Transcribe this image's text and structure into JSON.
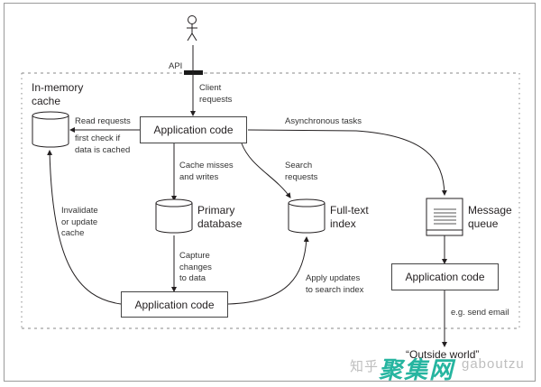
{
  "diagram": {
    "api_label": "API",
    "client_requests": "Client\nrequests",
    "cache": {
      "title_line1": "In-memory",
      "title_line2": "cache"
    },
    "read_requests": "Read requests",
    "first_check": "first check if\ndata is cached",
    "app_code_top": "Application code",
    "async_tasks": "Asynchronous tasks",
    "cache_misses": "Cache misses\nand writes",
    "search_requests": "Search\nrequests",
    "primary_db": {
      "line1": "Primary",
      "line2": "database"
    },
    "fulltext_index": {
      "line1": "Full-text",
      "line2": "index"
    },
    "message_queue": {
      "line1": "Message",
      "line2": "queue"
    },
    "invalidate": "Invalidate\nor update\ncache",
    "capture_changes": "Capture\nchanges\nto data",
    "apply_updates": "Apply updates\nto search index",
    "app_code_bottom": "Application code",
    "app_code_right": "Application code",
    "send_email": "e.g. send email",
    "outside_world": "“Outside world”"
  },
  "watermark": {
    "gray_left": "知乎",
    "green": "聚集网",
    "gray_right": "gaboutzu"
  }
}
